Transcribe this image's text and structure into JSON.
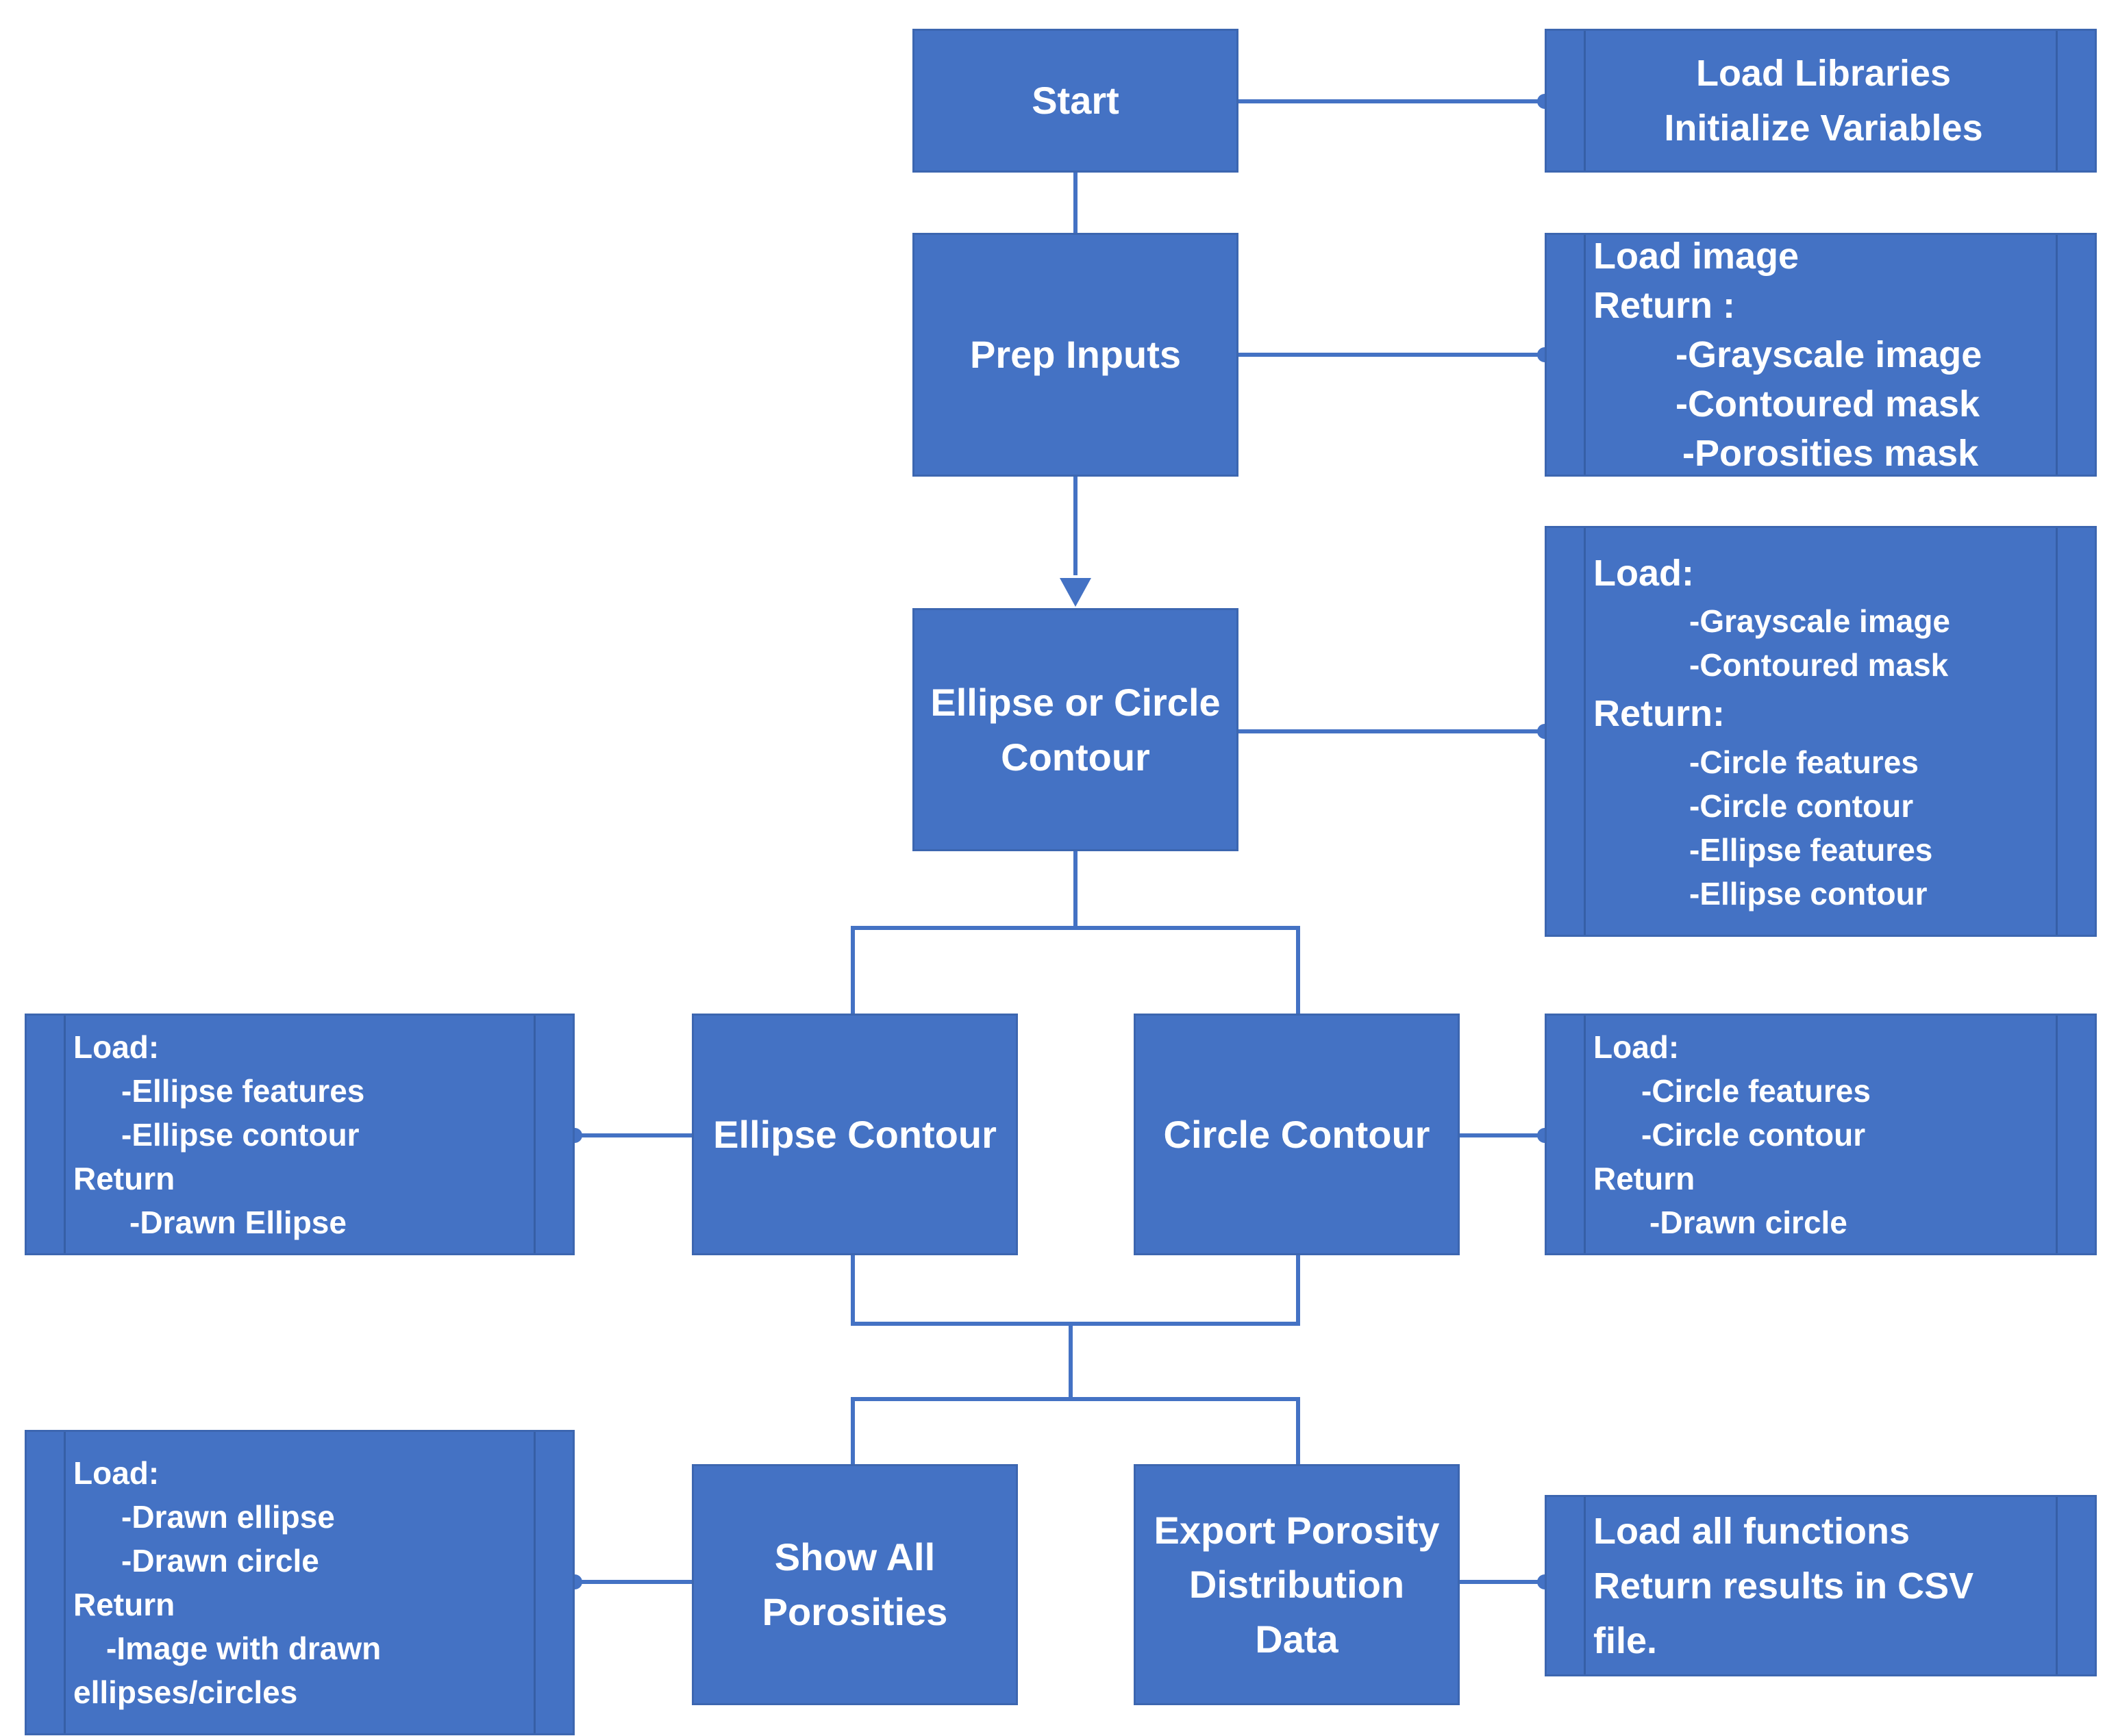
{
  "colors": {
    "box_fill": "#4472c4",
    "connector": "#4472c4",
    "text": "#ffffff"
  },
  "nodes": {
    "start": "Start",
    "prep_inputs": "Prep Inputs",
    "ellipse_or_circle": "Ellipse or Circle\nContour",
    "ellipse_contour": "Ellipse Contour",
    "circle_contour": "Circle Contour",
    "show_all": "Show All\nPorosities",
    "export": "Export Porosity\nDistribution\nData"
  },
  "notes": {
    "start": [
      "Load Libraries",
      "Initialize Variables"
    ],
    "prep_inputs": [
      "Load image",
      "Return :",
      "-Grayscale image",
      "-Contoured mask",
      "-Porosities mask"
    ],
    "ellipse_or_circle": [
      "Load:",
      "-Grayscale image",
      "-Contoured mask",
      "Return:",
      "-Circle features",
      "-Circle contour",
      "-Ellipse features",
      "-Ellipse contour"
    ],
    "ellipse_contour": [
      "Load:",
      "-Ellipse features",
      "-Ellipse contour",
      "Return",
      "-Drawn Ellipse"
    ],
    "circle_contour": [
      "Load:",
      "-Circle features",
      "-Circle contour",
      "Return",
      "-Drawn circle"
    ],
    "show_all": [
      "Load:",
      "-Drawn ellipse",
      "-Drawn circle",
      "Return",
      "-Image with drawn",
      "ellipses/circles"
    ],
    "export": [
      "Load all functions",
      "Return results in CSV",
      "file."
    ]
  }
}
